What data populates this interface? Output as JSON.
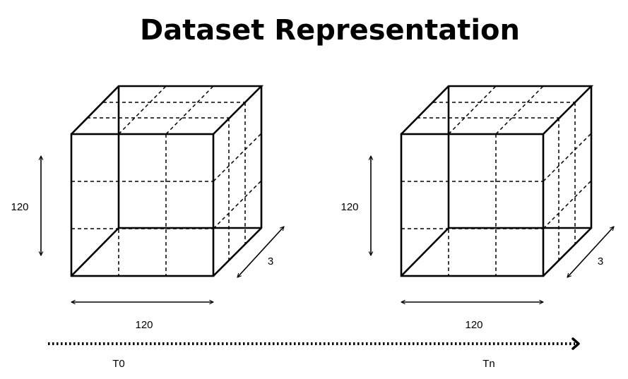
{
  "title": "Dataset Representation",
  "cubes": [
    {
      "height_label": "120",
      "width_label": "120",
      "depth_label": "3",
      "time_label": "T0"
    },
    {
      "height_label": "120",
      "width_label": "120",
      "depth_label": "3",
      "time_label": "Tn"
    }
  ]
}
